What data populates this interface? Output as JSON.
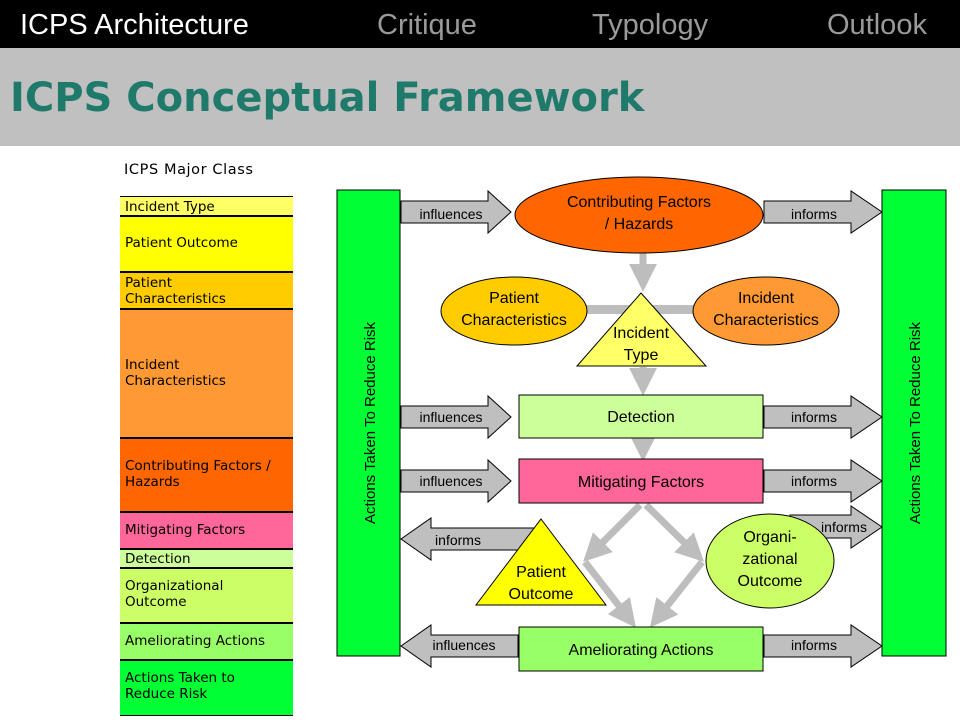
{
  "nav": {
    "items": [
      {
        "label": "ICPS Architecture",
        "active": true
      },
      {
        "label": "Critique",
        "active": false
      },
      {
        "label": "Typology",
        "active": false
      },
      {
        "label": "Outlook",
        "active": false
      }
    ],
    "active_color": "#ffffff",
    "inactive_color": "#9a9a9a"
  },
  "title": "ICPS Conceptual Framework",
  "legend": {
    "heading": "ICPS Major Class",
    "rows": [
      {
        "label": "Incident Type",
        "color": "#ffff66"
      },
      {
        "label": "Patient Outcome",
        "color": "#ffff00"
      },
      {
        "label": "Patient\nCharacteristics",
        "color": "#ffcc00"
      },
      {
        "label": "Incident\nCharacteristics",
        "color": "#ff9933"
      },
      {
        "label": "Contributing Factors /\nHazards",
        "color": "#ff6600"
      },
      {
        "label": "Mitigating Factors",
        "color": "#ff6699"
      },
      {
        "label": "Detection",
        "color": "#ccff99"
      },
      {
        "label": "Organizational\nOutcome",
        "color": "#ccff66"
      },
      {
        "label": "Ameliorating Actions",
        "color": "#99ff66"
      },
      {
        "label": "Actions Taken to\nReduce Risk",
        "color": "#00ff33"
      }
    ]
  },
  "diagram": {
    "side_bar_label": "Actions Taken To Reduce Risk",
    "contributing": "Contributing Factors\n/ Hazards",
    "patient_characteristics": "Patient\nCharacteristics",
    "incident_characteristics": "Incident\nCharacteristics",
    "incident_type": "Incident\nType",
    "detection": "Detection",
    "mitigating": "Mitigating Factors",
    "patient_outcome": "Patient\nOutcome",
    "organizational_outcome": "Organi-\nzational\nOutcome",
    "ameliorating": "Ameliorating Actions",
    "influences": "influences",
    "informs": "informs"
  }
}
